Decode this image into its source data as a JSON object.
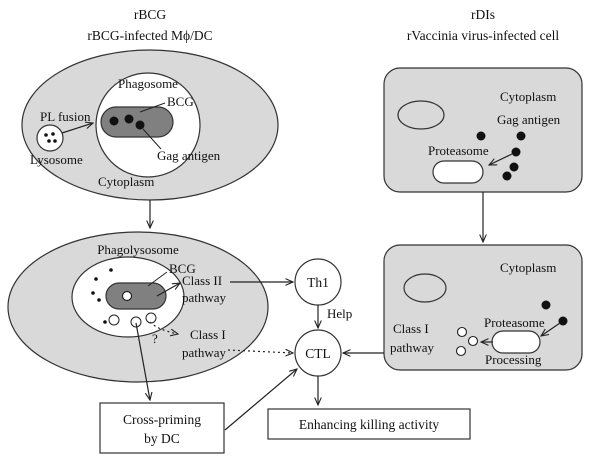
{
  "left_header": {
    "title": "rBCG",
    "subtitle": "rBCG-infected Mϕ/DC"
  },
  "right_header": {
    "title": "rDIs",
    "subtitle": "rVaccinia virus-infected cell"
  },
  "macrophage": {
    "phagosome": "Phagosome",
    "bcg": "BCG",
    "pl_fusion": "PL fusion",
    "lysosome": "Lysosome",
    "gag_antigen": "Gag antigen",
    "cytoplasm": "Cytoplasm"
  },
  "phagolysosome_cell": {
    "phagolysosome": "Phagolysosome",
    "bcg": "BCG",
    "class2": [
      "Class II",
      "pathway"
    ],
    "class1": [
      "Class I",
      "pathway"
    ],
    "question": "?"
  },
  "vaccinia_top": {
    "cytoplasm": "Cytoplasm",
    "gag_antigen": "Gag antigen",
    "proteasome": "Proteasome"
  },
  "vaccinia_bottom": {
    "cytoplasm": "Cytoplasm",
    "proteasome": "Proteasome",
    "processing": "Processing",
    "class1": [
      "Class I",
      "pathway"
    ]
  },
  "th1": "Th1",
  "help": "Help",
  "ctl": "CTL",
  "cross_priming": [
    "Cross-priming",
    "by DC"
  ],
  "enhancing": "Enhancing killing activity"
}
